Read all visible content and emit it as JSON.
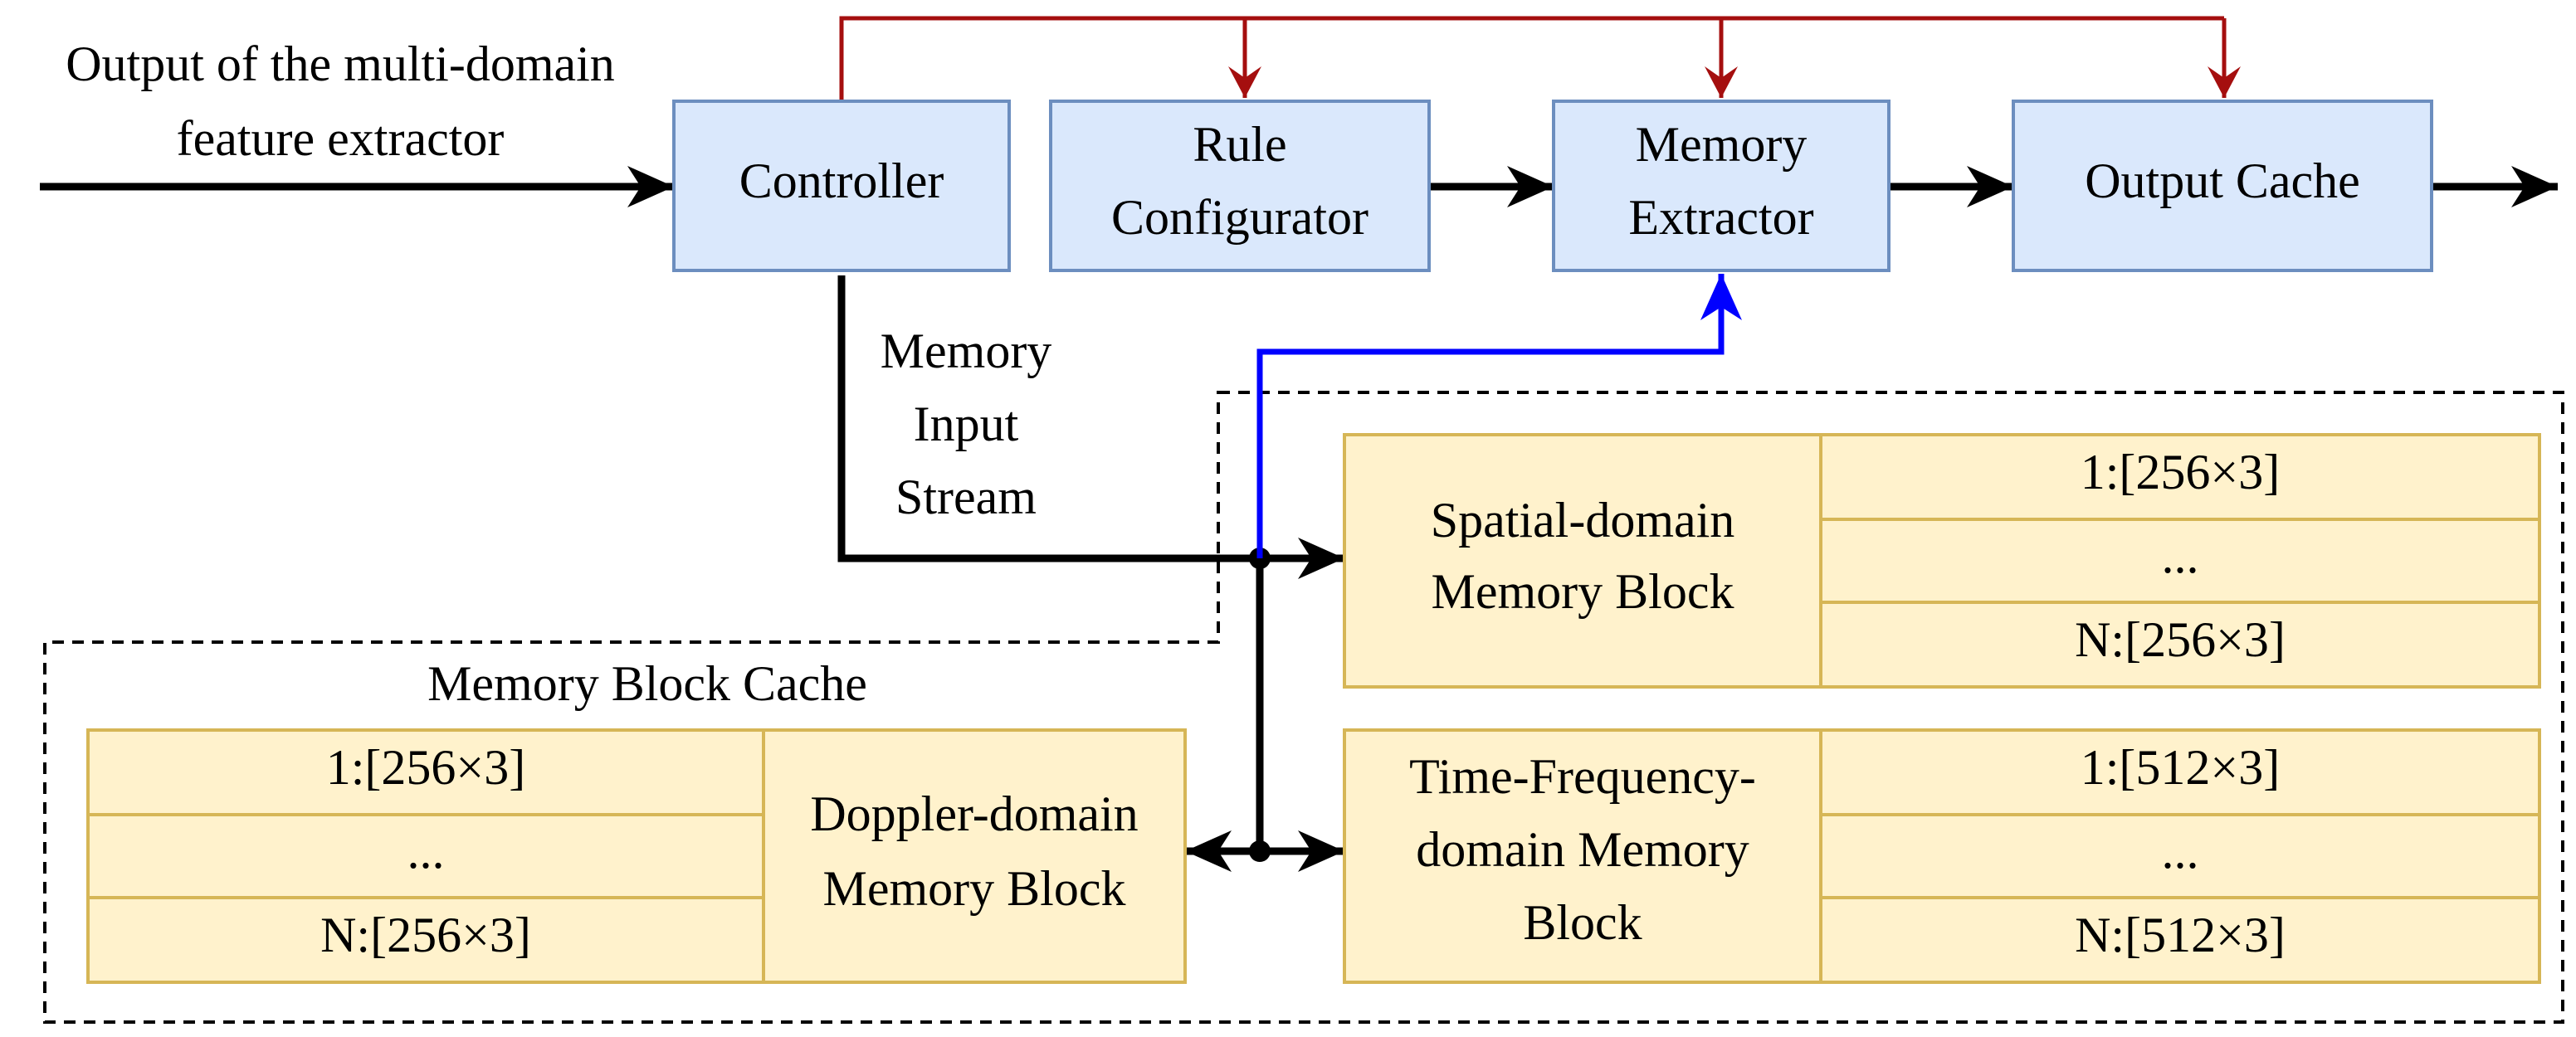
{
  "input_label": [
    "Output of the multi-domain",
    "feature extractor"
  ],
  "modules": {
    "controller": [
      "Controller"
    ],
    "rule_configurator": [
      "Rule",
      "Configurator"
    ],
    "memory_extractor": [
      "Memory",
      "Extractor"
    ],
    "output_cache": [
      "Output Cache"
    ]
  },
  "memory_input_stream": [
    "Memory",
    "Input",
    "Stream"
  ],
  "memory_block_cache_label": "Memory Block Cache",
  "blocks": {
    "spatial": {
      "title": [
        "Spatial-domain",
        "Memory Block"
      ],
      "rows": [
        "1:[256×3]",
        "...",
        "N:[256×3]"
      ]
    },
    "time_frequency": {
      "title": [
        "Time-Frequency-",
        "domain Memory",
        "Block"
      ],
      "rows": [
        "1:[512×3]",
        "...",
        "N:[512×3]"
      ]
    },
    "doppler": {
      "title": [
        "Doppler-domain",
        "Memory Block"
      ],
      "rows": [
        "1:[256×3]",
        "...",
        "N:[256×3]"
      ]
    }
  },
  "colors": {
    "module_fill": "#dae8fc",
    "module_stroke": "#6c8ebf",
    "memory_fill": "#fff2cc",
    "memory_stroke": "#d6b656",
    "control_arrow": "#a50f0f",
    "extract_arrow": "#0000ff",
    "data_arrow": "#000000"
  }
}
